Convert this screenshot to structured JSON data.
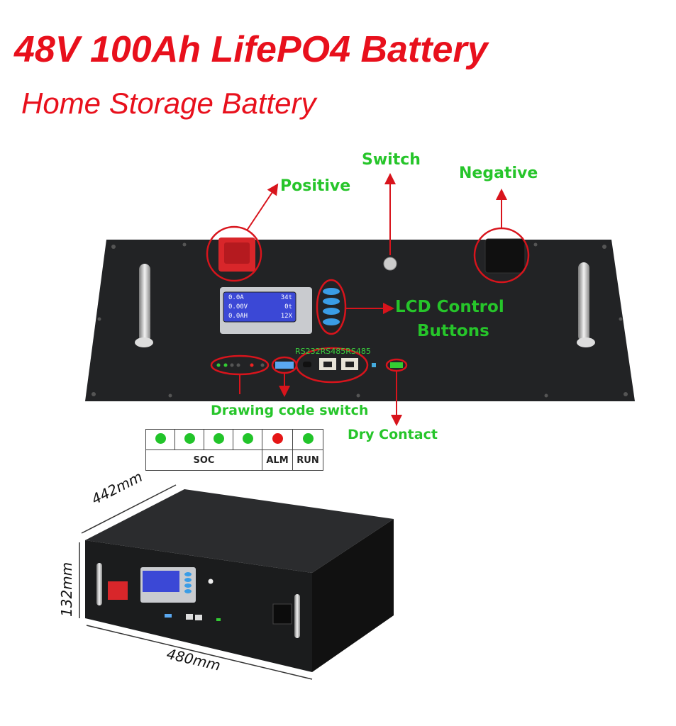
{
  "header": {
    "title": "48V 100Ah LifePO4 Battery",
    "subtitle": "Home Storage Battery"
  },
  "callouts": {
    "switch": "Switch",
    "positive": "Positive",
    "negative": "Negative",
    "lcd_line1": "LCD Control",
    "lcd_line2": "Buttons",
    "ports": "RS232RS485RS485",
    "drawing_code_switch": "Drawing code switch",
    "dry_contact": "Dry Contact"
  },
  "lcd": {
    "rows": [
      [
        "0.0A",
        "34t"
      ],
      [
        "0.00V",
        "0t"
      ],
      [
        "0.0AH",
        "12X"
      ]
    ]
  },
  "led_table": {
    "indicators": [
      {
        "color": "#22c42a"
      },
      {
        "color": "#22c42a"
      },
      {
        "color": "#22c42a"
      },
      {
        "color": "#22c42a"
      },
      {
        "color": "#e51616"
      },
      {
        "color": "#22c42a"
      }
    ],
    "soc_label": "SOC",
    "alm_label": "ALM",
    "run_label": "RUN"
  },
  "dimensions": {
    "depth": "442mm",
    "height": "132mm",
    "width": "480mm"
  },
  "colors": {
    "title": "#e8101c",
    "callout_text": "#26c52a",
    "annotation": "#d8141c"
  }
}
